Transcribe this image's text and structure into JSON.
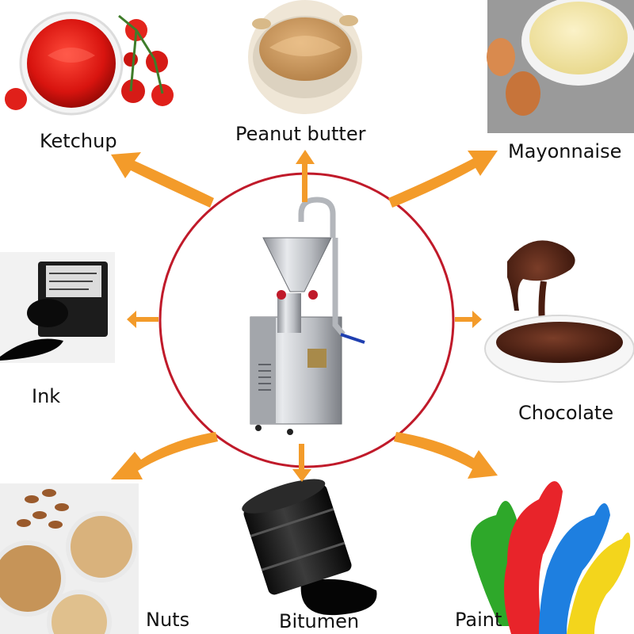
{
  "center": {
    "machine": "colloid-mill",
    "ring_color": "#c01a2a"
  },
  "arrow_color": "#f39b2a",
  "applications": [
    {
      "id": "ketchup",
      "label": "Ketchup"
    },
    {
      "id": "peanut-butter",
      "label": "Peanut butter"
    },
    {
      "id": "mayonnaise",
      "label": "Mayonnaise"
    },
    {
      "id": "ink",
      "label": "Ink"
    },
    {
      "id": "chocolate",
      "label": "Chocolate"
    },
    {
      "id": "nuts",
      "label": "Nuts"
    },
    {
      "id": "bitumen",
      "label": "Bitumen"
    },
    {
      "id": "paint",
      "label": "Paint"
    }
  ]
}
